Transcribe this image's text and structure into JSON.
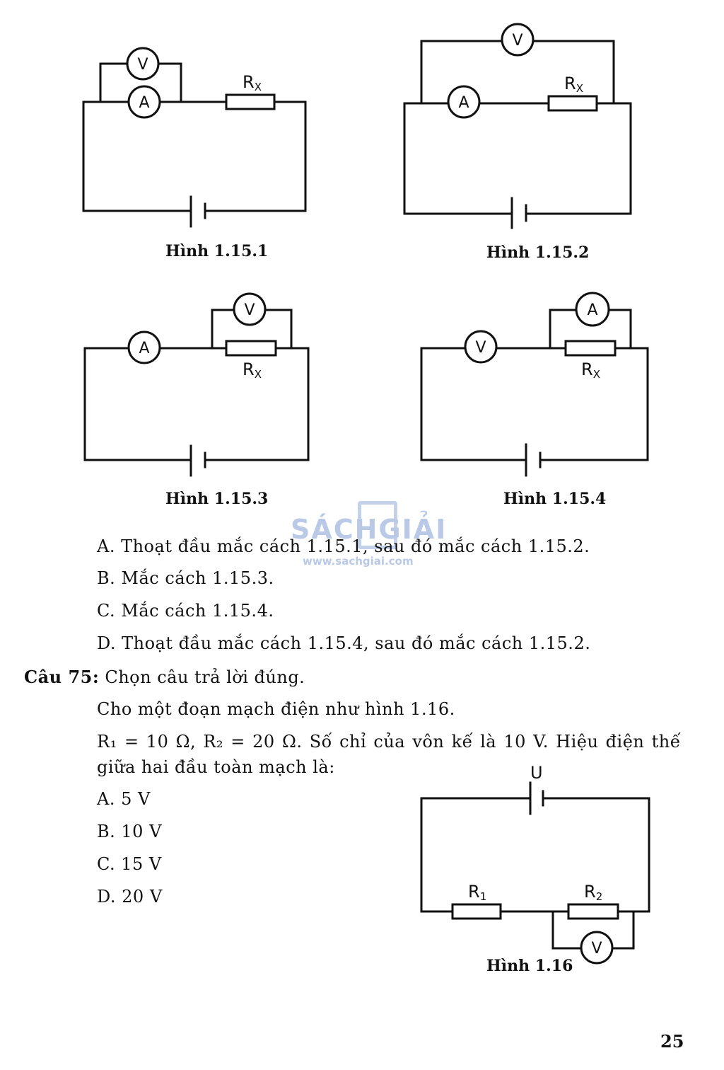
{
  "figures": [
    {
      "caption": "Hình 1.15.1",
      "meters": [
        "V",
        "A"
      ],
      "resistor": "Rx"
    },
    {
      "caption": "Hình 1.15.2",
      "meters": [
        "V",
        "A"
      ],
      "resistor": "Rx"
    },
    {
      "caption": "Hình 1.15.3",
      "meters": [
        "A",
        "V"
      ],
      "resistor": "Rx"
    },
    {
      "caption": "Hình 1.15.4",
      "meters": [
        "V",
        "A"
      ],
      "resistor": "Rx"
    }
  ],
  "labels": {
    "R": "R",
    "x_sub": "X",
    "V": "V",
    "A": "A",
    "U": "U",
    "one": "1",
    "two": "2"
  },
  "q74_options": [
    "A. Thoạt đầu mắc cách 1.15.1, sau đó mắc cách 1.15.2.",
    "B. Mắc cách 1.15.3.",
    "C. Mắc cách 1.15.4.",
    "D. Thoạt đầu mắc cách 1.15.4, sau đó mắc cách 1.15.2."
  ],
  "q75": {
    "label": "Câu 75:",
    "prompt": "Chọn câu trả lời đúng.",
    "line1": "Cho một đoạn mạch điện như hình 1.16.",
    "line2": "R₁ = 10 Ω, R₂ = 20 Ω. Số chỉ của vôn kế là 10 V. Hiệu điện thế",
    "line3": "giữa hai đầu toàn mạch là:",
    "options": [
      "A. 5 V",
      "B. 10 V",
      "C. 15 V",
      "D. 20 V"
    ],
    "figure_caption": "Hình 1.16"
  },
  "watermark": {
    "title": "SÁCHGIẢI",
    "url": "www.sachgiai.com"
  },
  "page_number": "25"
}
